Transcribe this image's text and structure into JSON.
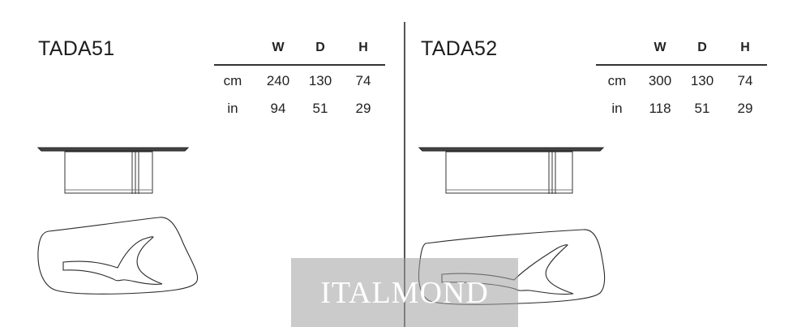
{
  "left": {
    "model": "TADA51",
    "headers": [
      "W",
      "D",
      "H"
    ],
    "rows": [
      {
        "unit": "cm",
        "values": [
          "240",
          "130",
          "74"
        ]
      },
      {
        "unit": "in",
        "values": [
          "94",
          "51",
          "29"
        ]
      }
    ]
  },
  "right": {
    "model": "TADA52",
    "headers": [
      "W",
      "D",
      "H"
    ],
    "rows": [
      {
        "unit": "cm",
        "values": [
          "300",
          "130",
          "74"
        ]
      },
      {
        "unit": "in",
        "values": [
          "118",
          "51",
          "29"
        ]
      }
    ]
  },
  "watermark": "ITALMOND"
}
